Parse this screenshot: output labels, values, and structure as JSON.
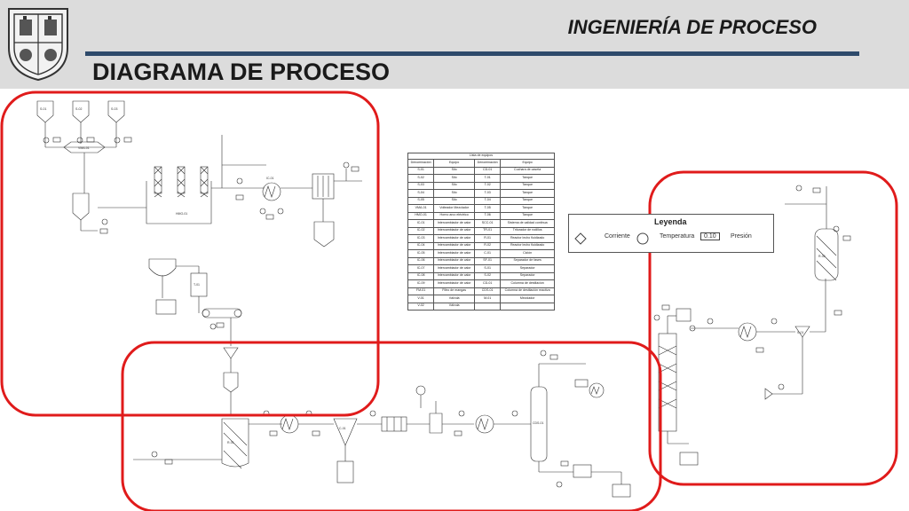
{
  "header": {
    "subtitle": "INGENIERÍA DE PROCESO",
    "title": "DIAGRAMA DE PROCESO",
    "logo_icon": "university-seal-icon"
  },
  "colors": {
    "accent_rule": "#2e4a6b",
    "highlight": "#e01b1b",
    "background": "#dcdcdc"
  },
  "equipment_list": {
    "caption": "Lista de equipos",
    "headers": [
      "Denominación",
      "Equipo",
      "Denominación",
      "Equipo"
    ],
    "rows": [
      [
        "S-01",
        "Silo",
        "CD-01",
        "Cuchara de caseta"
      ],
      [
        "S-02",
        "Silo",
        "T-01",
        "Tanque"
      ],
      [
        "S-03",
        "Silo",
        "T-02",
        "Tanque"
      ],
      [
        "S-04",
        "Silo",
        "T-03",
        "Tanque"
      ],
      [
        "S-05",
        "Silo",
        "T-04",
        "Tanque"
      ],
      [
        "VMA-01",
        "Volteador Mezclador",
        "T-05",
        "Tanque"
      ],
      [
        "HMO-01",
        "Horno arco eléctrico",
        "T-06",
        "Tanque"
      ],
      [
        "IC-01",
        "Intercambiador de calor",
        "SCC-01",
        "Sistema de calidad continua"
      ],
      [
        "IC-02",
        "Intercambiador de calor",
        "TR-01",
        "Triturador de rodillos"
      ],
      [
        "IC-03",
        "Intercambiador de calor",
        "R-01",
        "Reactor lecho fluidizado"
      ],
      [
        "IC-04",
        "Intercambiador de calor",
        "R-02",
        "Reactor lecho fluidizado"
      ],
      [
        "IC-05",
        "Intercambiador de calor",
        "C-01",
        "Ciclón"
      ],
      [
        "IC-06",
        "Intercambiador de calor",
        "SF-01",
        "Separador de fases"
      ],
      [
        "IC-07",
        "Intercambiador de calor",
        "S-01",
        "Separador"
      ],
      [
        "IC-08",
        "Intercambiador de calor",
        "S-02",
        "Separador"
      ],
      [
        "IC-09",
        "Intercambiador de calor",
        "CD-01",
        "Columna de destilación"
      ],
      [
        "FM-01",
        "Filtro de mangas",
        "CDS-01",
        "Columna de destilación reactiva"
      ],
      [
        "V-01",
        "Válvula",
        "M-01",
        "Mezclador"
      ],
      [
        "V-02",
        "Válvula",
        "",
        ""
      ]
    ]
  },
  "legend": {
    "title": "Leyenda",
    "items": {
      "stream": "Corriente",
      "temperature": "Temperatura",
      "pressure_value": "0.10",
      "pressure": "Presión"
    }
  },
  "diagram": {
    "labels": {
      "silo1": "S-01",
      "silo2": "S-02",
      "silo3": "S-03",
      "mixer": "VMA-01",
      "furnace": "HMO-01",
      "hx1": "IC-01",
      "cyclone": "C-01",
      "reactor1": "R-01",
      "reactor2": "R-02",
      "column": "CDS-01",
      "separator": "S-01",
      "tank": "T-01"
    }
  }
}
